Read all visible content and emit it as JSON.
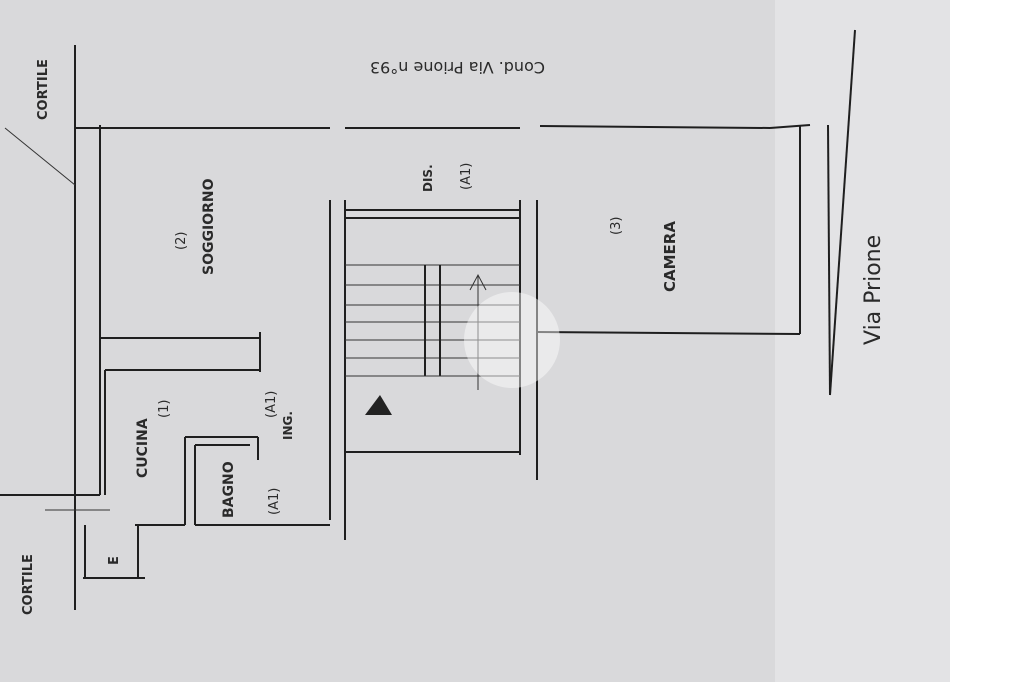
{
  "plan": {
    "header_note": "Cond. Via Prione n°93",
    "street": "Via Prione",
    "courtyard_top": "CORTILE",
    "courtyard_bottom": "CORTILE",
    "marker_e": "E",
    "rooms": [
      {
        "name": "SOGGIORNO",
        "number": "(2)"
      },
      {
        "name": "CUCINA",
        "number": "(1)"
      },
      {
        "name": "BAGNO",
        "number": "(A1)"
      },
      {
        "name": "ING.",
        "number": "(A1)"
      },
      {
        "name": "DIS.",
        "number": "(A1)"
      },
      {
        "name": "CAMERA",
        "number": "(3)"
      }
    ]
  },
  "colors": {
    "paper": "#d9d9db",
    "paper_right": "#e4e4e6",
    "ink": "#1f1f1f"
  }
}
